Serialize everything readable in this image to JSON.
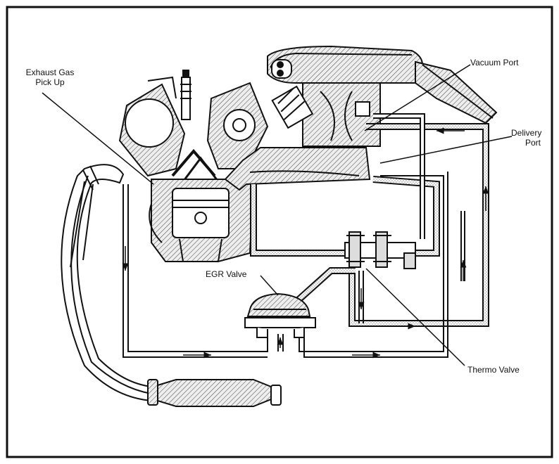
{
  "labels": {
    "exhaust_gas_line1": "Exhaust Gas",
    "exhaust_gas_line2": "Pick Up",
    "vacuum_port": "Vacuum Port",
    "delivery_port_line1": "Delivery",
    "delivery_port_line2": "Port",
    "egr_valve": "EGR Valve",
    "thermo_valve": "Thermo Valve"
  },
  "colors": {
    "ink": "#111111",
    "paper": "#ffffff",
    "pipe_fill": "#f2f2f2",
    "metal_fill": "#dcdcdc"
  }
}
